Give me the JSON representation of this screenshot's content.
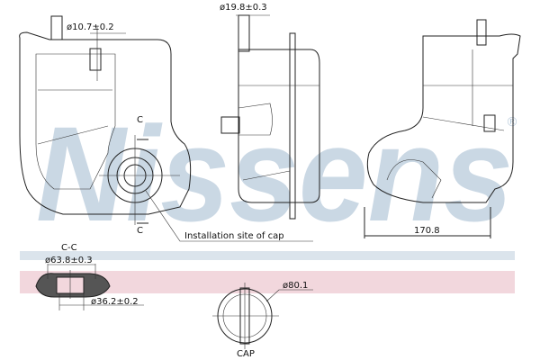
{
  "watermark": {
    "text": "Nissens",
    "registered": "®",
    "color": "#b9cbdc"
  },
  "bands": {
    "blue": "#dbe4ec",
    "pink": "#f2d7dd"
  },
  "dimensions": {
    "left_outlet": "ø10.7±0.2",
    "side_outlet": "ø19.8±0.3",
    "section_mark_top": "C",
    "section_mark_bottom": "C",
    "cap_site_label": "Installation site of cap",
    "width": "170.8",
    "section_title": "C-C",
    "section_outer": "ø63.8±0.3",
    "section_inner": "ø36.2±0.2",
    "cap_diameter": "ø80.1",
    "cap_label": "CAP"
  }
}
